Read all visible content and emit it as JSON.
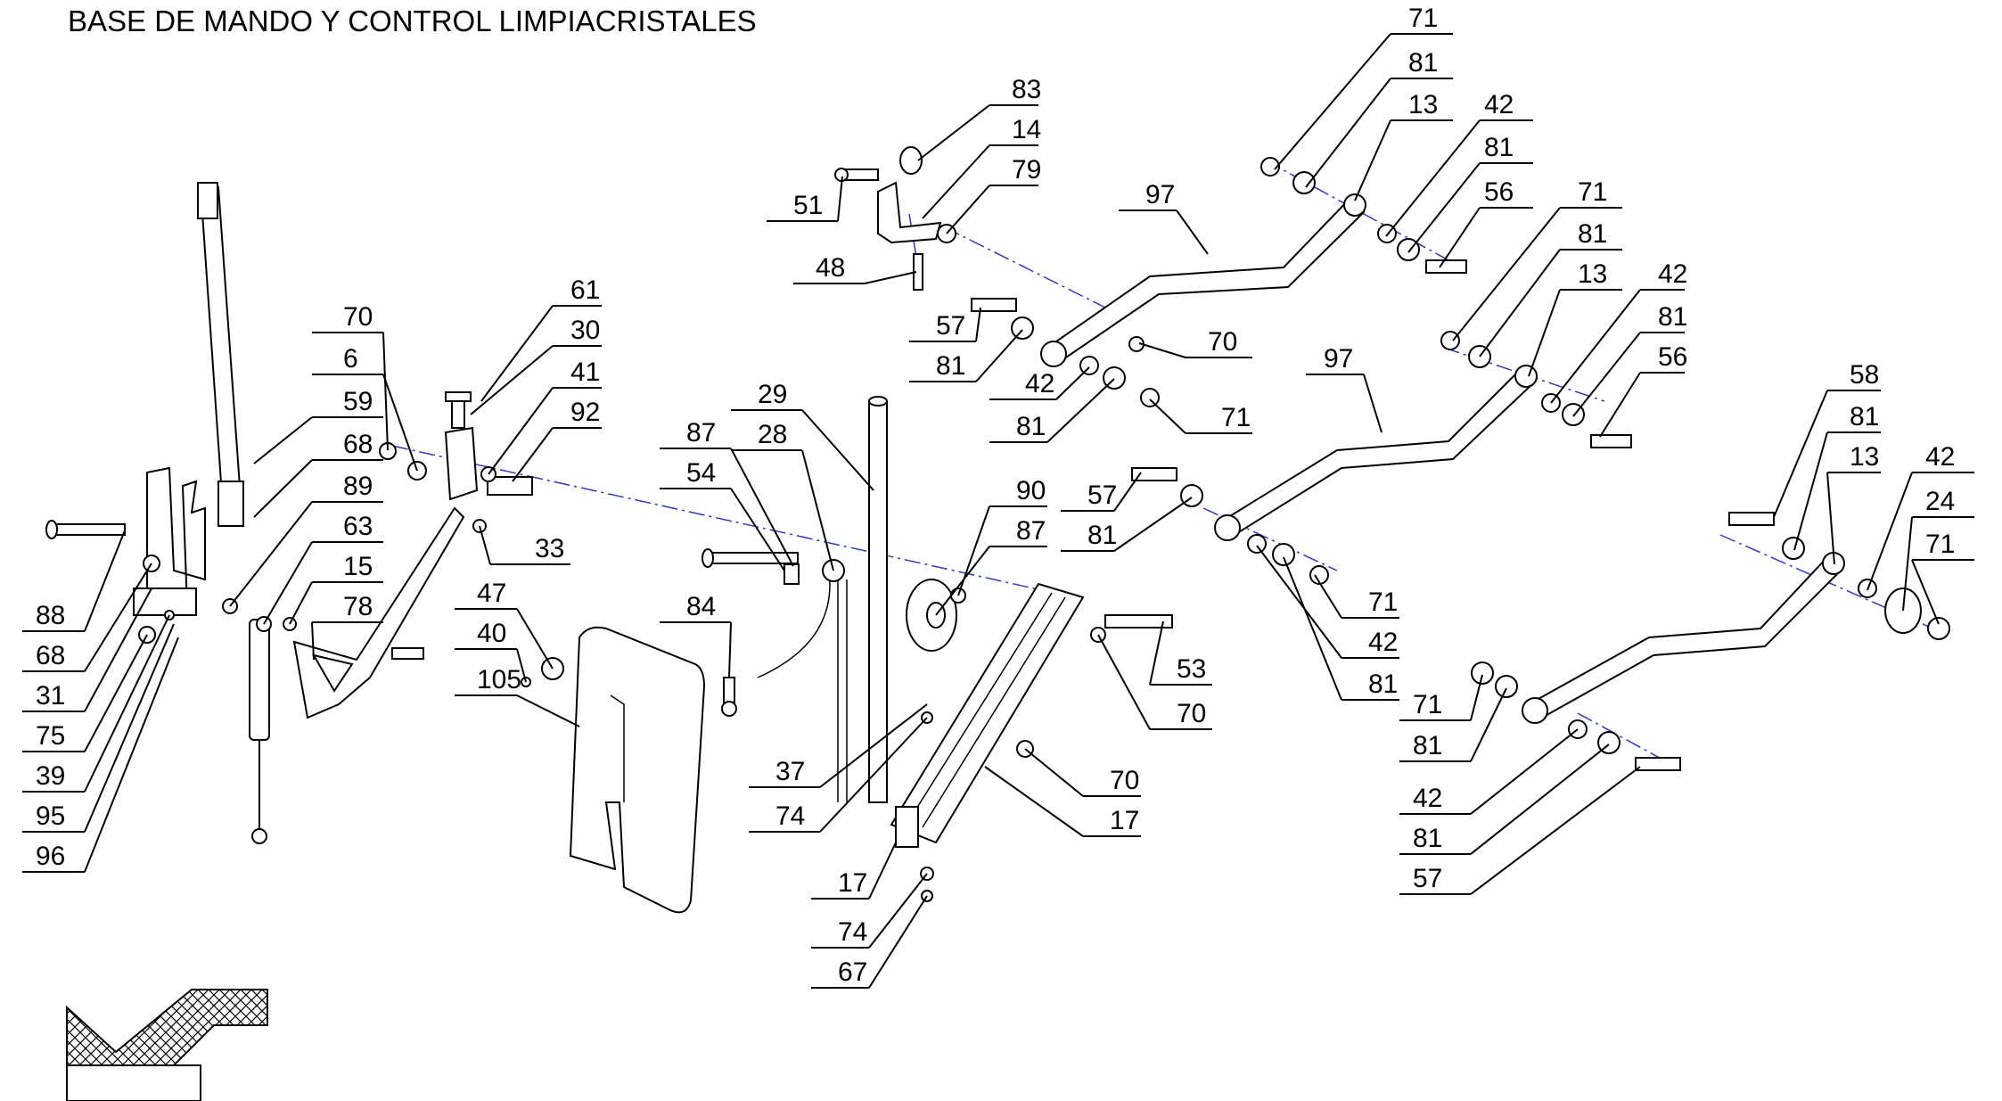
{
  "title": "BASE DE MANDO Y CONTROL LIMPIACRISTALES",
  "callouts": [
    "71",
    "81",
    "13",
    "42",
    "81",
    "56",
    "83",
    "14",
    "79",
    "51",
    "48",
    "97",
    "57",
    "81",
    "70",
    "42",
    "81",
    "71",
    "71",
    "81",
    "13",
    "42",
    "81",
    "56",
    "97",
    "57",
    "81",
    "71",
    "42",
    "81",
    "58",
    "81",
    "13",
    "42",
    "24",
    "71",
    "71",
    "81",
    "42",
    "81",
    "57",
    "61",
    "30",
    "41",
    "92",
    "70",
    "6",
    "59",
    "68",
    "89",
    "63",
    "15",
    "78",
    "33",
    "47",
    "40",
    "105",
    "88",
    "68",
    "31",
    "75",
    "39",
    "95",
    "96",
    "87",
    "54",
    "29",
    "28",
    "90",
    "87",
    "84",
    "53",
    "70",
    "70",
    "17",
    "37",
    "74",
    "17",
    "74",
    "67"
  ]
}
